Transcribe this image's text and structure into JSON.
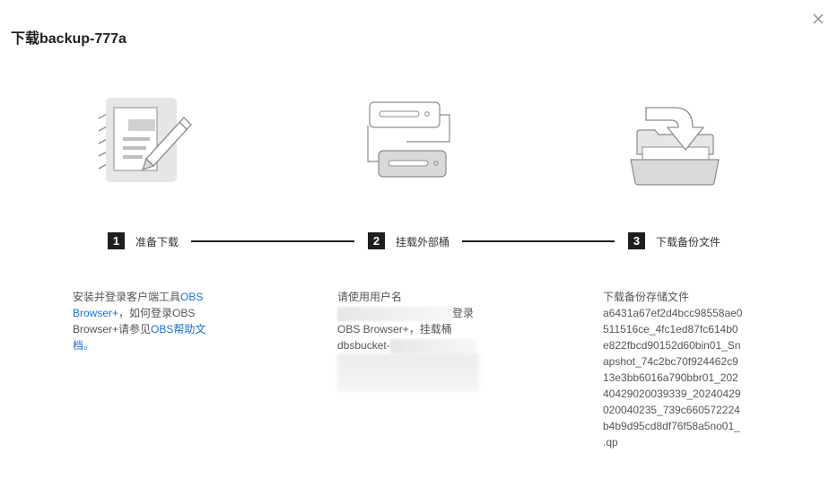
{
  "dialog": {
    "title": "下载backup-777a",
    "close_icon": "close-icon"
  },
  "steps": [
    {
      "number": "1",
      "label": "准备下载"
    },
    {
      "number": "2",
      "label": "挂载外部桶"
    },
    {
      "number": "3",
      "label": "下载备份文件"
    }
  ],
  "step1": {
    "text_a": "安装并登录客户端工具",
    "link_obs_browser_a": "OBS",
    "link_obs_browser_b": "Browser+",
    "text_b": "，如何登录OBS",
    "text_c": "Browser+请参见",
    "link_help_a": "OBS帮助文",
    "link_help_b": "档",
    "text_d": "。"
  },
  "step2": {
    "line1": "请使用用户名",
    "line2_suffix": "登录",
    "line3": "OBS Browser+，挂载桶",
    "line4_prefix": "dbsbucket-"
  },
  "step3": {
    "line1": "下载备份存储文件",
    "file_lines": [
      "a6431a67ef2d4bcc98558ae0",
      "511516ce_4fc1ed87fc614b0",
      "e822fbcd90152d60bin01_Sn",
      "apshot_74c2bc70f924462c9",
      "13e3bb6016a790bbr01_202",
      "40429020039339_20240429",
      "020040235_739c660572224",
      "b4b9d95cd8df76f58a5no01_",
      ".qp"
    ]
  },
  "colors": {
    "link": "#1a6fd6",
    "step_badge": "#1f1f1f",
    "illustration_fill": "#d9d9d9",
    "illustration_stroke": "#8c8c8c"
  }
}
